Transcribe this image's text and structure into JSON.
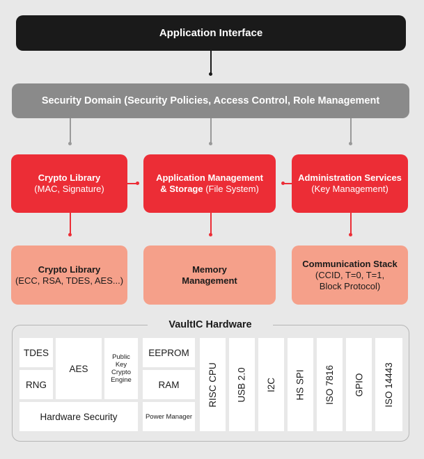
{
  "application": {
    "title": "Application Interface"
  },
  "security_domain": {
    "title": "Security Domain (Security Policies, Access Control, Role Management"
  },
  "crypto_lib": {
    "title": "Crypto Library",
    "subtitle": "(MAC, Signature)"
  },
  "app_mgmt": {
    "title_line1": "Application Management",
    "title_line2": "& Storage",
    "subtitle": " (File System)"
  },
  "admin": {
    "title": "Administration Services",
    "subtitle": "(Key Management)"
  },
  "crypto_lib2": {
    "title": "Crypto Library",
    "subtitle": "(ECC, RSA, TDES, AES...)"
  },
  "memory": {
    "line1": "Memory",
    "line2": "Management"
  },
  "comm": {
    "title": "Communication Stack",
    "line1": "(CCID, T=0, T=1,",
    "line2": "Block Protocol)"
  },
  "hardware": {
    "title": "VaultIC Hardware",
    "tdes": "TDES",
    "rng": "RNG",
    "aes": "AES",
    "pk1": "Public",
    "pk2": "Key",
    "pk3": "Crypto",
    "pk4": "Engine",
    "eeprom": "EEPROM",
    "ram": "RAM",
    "hw_security": "Hardware Security",
    "power": "Power Manager",
    "risc": "RISC CPU",
    "usb": "USB 2.0",
    "i2c": "I2C",
    "hsspi": "HS SPI",
    "iso7816": "ISO 7816",
    "gpio": "GPIO",
    "iso14443": "ISO 14443"
  },
  "colors": {
    "dark": "#1a1a1a",
    "gray": "#8a8a8a",
    "red": "#ec2d36",
    "peach": "#f5a08a",
    "background": "#e8e8e8"
  }
}
